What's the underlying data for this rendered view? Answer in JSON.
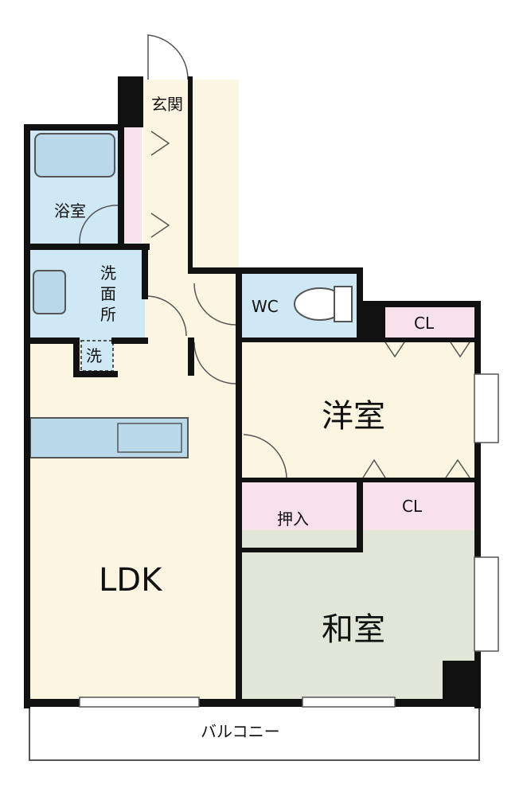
{
  "rooms": {
    "entrance": "玄関",
    "bath": "浴室",
    "washroom_1": "洗",
    "washroom_2": "面",
    "washroom_3": "所",
    "washer": "洗",
    "wc": "WC",
    "western_room": "洋室",
    "closet_upper": "CL",
    "closet_lower": "CL",
    "oshiire": "押入",
    "washitsu": "和室",
    "ldk": "LDK",
    "balcony": "バルコニー"
  },
  "colors": {
    "wall": "#111111",
    "wet_area": "#cfe8f5",
    "living_floor": "#fbf5e2",
    "closet": "#f9e1ec",
    "tatami": "#e1e6d8",
    "fixture": "#b9d9ea"
  }
}
